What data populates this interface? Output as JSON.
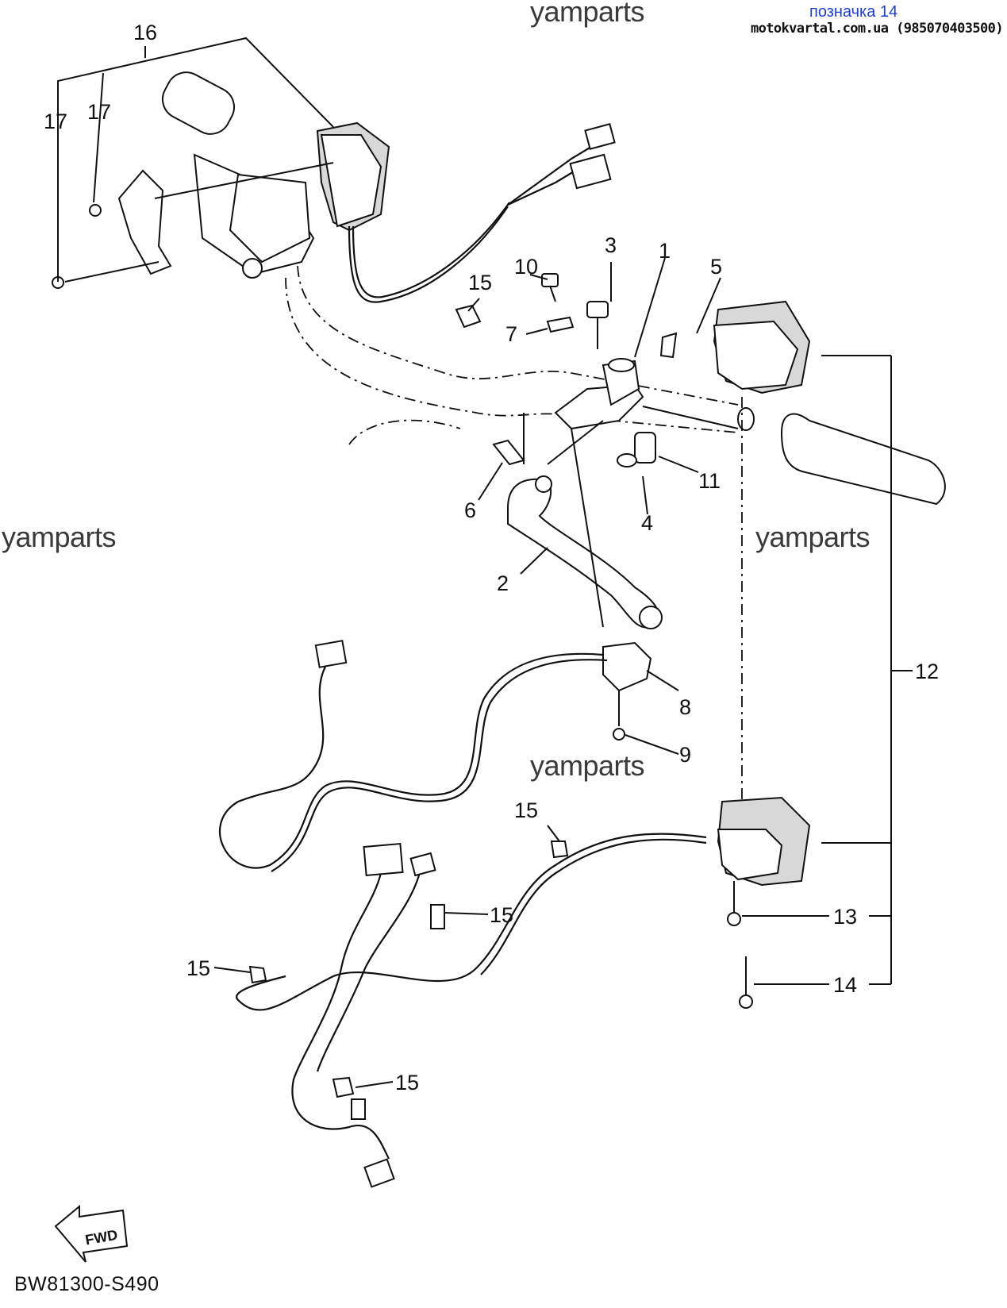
{
  "header": {
    "title": "позначка 14",
    "subtitle": "motokvartal.com.ua (985070403500)"
  },
  "watermarks": [
    "yamparts",
    "yamparts",
    "yamparts",
    "yamparts"
  ],
  "diagram_code": "BW81300-S490",
  "fwd_label": "FWD",
  "callouts": {
    "c1": "1",
    "c2": "2",
    "c3": "3",
    "c4": "4",
    "c5": "5",
    "c6": "6",
    "c7": "7",
    "c8": "8",
    "c9": "9",
    "c10": "10",
    "c11": "11",
    "c12": "12",
    "c13": "13",
    "c14": "14",
    "c15a": "15",
    "c15b": "15",
    "c15c": "15",
    "c15d": "15",
    "c15e": "15",
    "c16": "16",
    "c17a": "17",
    "c17b": "17"
  }
}
